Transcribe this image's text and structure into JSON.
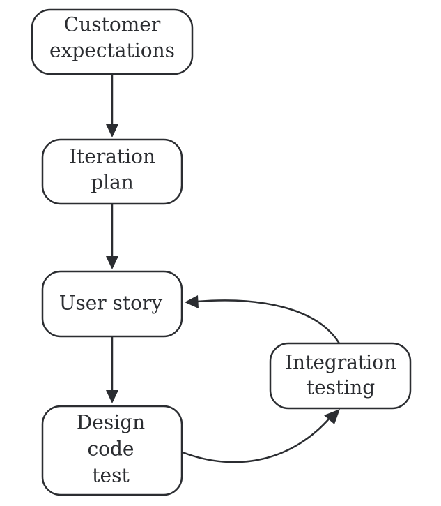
{
  "nodes": {
    "customer_expectations": {
      "line1": "Customer",
      "line2": "expectations"
    },
    "iteration_plan": {
      "line1": "Iteration",
      "line2": "plan"
    },
    "user_story": {
      "line1": "User story"
    },
    "design_code_test": {
      "line1": "Design",
      "line2": "code",
      "line3": "test"
    },
    "integration_testing": {
      "line1": "Integration",
      "line2": "testing"
    }
  },
  "edges": [
    {
      "from": "Customer expectations",
      "to": "Iteration plan"
    },
    {
      "from": "Iteration plan",
      "to": "User story"
    },
    {
      "from": "User story",
      "to": "Design code test"
    },
    {
      "from": "Design code test",
      "to": "Integration testing"
    },
    {
      "from": "Integration testing",
      "to": "User story"
    }
  ],
  "colors": {
    "stroke": "#2b2d31",
    "background": "#ffffff"
  }
}
